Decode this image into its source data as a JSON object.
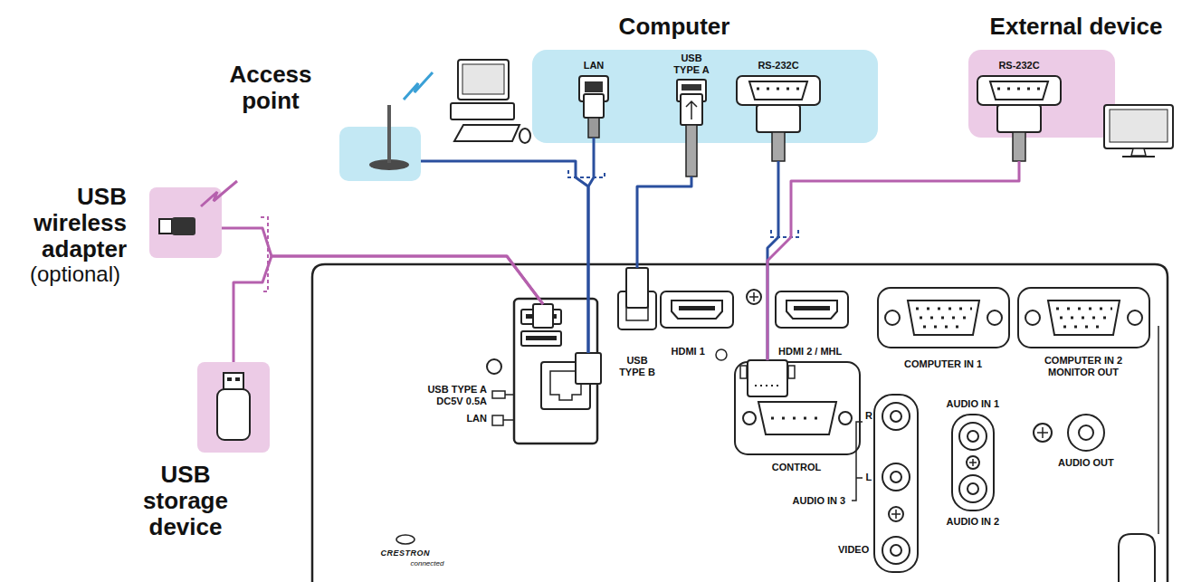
{
  "diagram": {
    "nodes": [
      {
        "text": [
          "Access point"
        ]
      },
      {
        "text": [
          "Computer"
        ]
      },
      {
        "text": [
          "LAN"
        ],
        "in": 1
      },
      {
        "text": [
          "USB TYPE A"
        ],
        "in": 1
      },
      {
        "text": [
          "RS-232C"
        ],
        "in": 1
      },
      {
        "text": [
          "External device"
        ]
      },
      {
        "text": [
          "RS-232C"
        ],
        "in": 5
      },
      {
        "text": [
          "USB wireless adapter",
          "(optional)"
        ]
      },
      {
        "text": [
          "USB storage device"
        ]
      },
      {
        "text": [
          "USB TYPE A DC5V 0.5A"
        ]
      },
      {
        "text": [
          "LAN"
        ]
      },
      {
        "text": [
          "USB TYPE B"
        ]
      },
      {
        "text": [
          "CONTROL"
        ]
      }
    ],
    "edges": [
      {
        "from": 0,
        "to": 10,
        "arrow": "none"
      },
      {
        "from": 2,
        "to": 10,
        "arrow": "none"
      },
      {
        "from": 3,
        "to": 11,
        "arrow": "none"
      },
      {
        "from": 4,
        "to": 12,
        "arrow": "none"
      },
      {
        "from": 6,
        "to": 12,
        "arrow": "none"
      },
      {
        "from": 7,
        "to": 9,
        "arrow": "none"
      },
      {
        "from": 8,
        "to": 9,
        "arrow": "none"
      }
    ],
    "labels": [
      "HDMI 1",
      "HDMI 2 / MHL",
      "COMPUTER IN 1",
      "COMPUTER IN 2 MONITOR OUT",
      "R",
      "L",
      "AUDIO IN 3",
      "VIDEO",
      "AUDIO IN 1",
      "AUDIO IN 2",
      "AUDIO OUT",
      "CRESTRON",
      "connected"
    ]
  }
}
